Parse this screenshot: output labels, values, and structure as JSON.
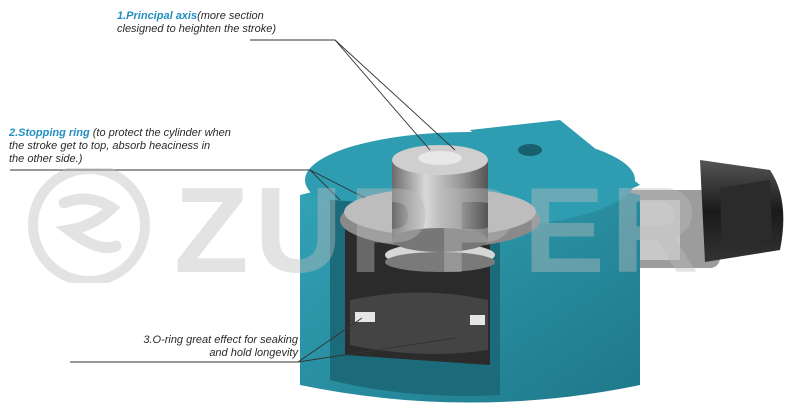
{
  "labels": {
    "principal_axis": {
      "title": "1.Principal axis",
      "desc_line1": "(more section",
      "desc_line2": "clesigned to heighten the stroke)"
    },
    "stopping_ring": {
      "title": "2.Stopping ring",
      "desc_line1": " (to protect the cylinder when",
      "desc_line2": "the stroke get to top, absorb heaciness in",
      "desc_line3": "the other side.)"
    },
    "o_ring": {
      "line1": "3.O-ring great effect for seaking",
      "line2": "and hold longevity"
    }
  },
  "watermark": {
    "brand": "ZUPPER"
  },
  "colors": {
    "body_teal": "#2a95a8",
    "body_teal_dark": "#1c6f80",
    "steel_light": "#d9d9d9",
    "steel_dark": "#5f5f5f",
    "accent_blue": "#1f8fc0",
    "watermark_gray": "#bdbdbd"
  }
}
